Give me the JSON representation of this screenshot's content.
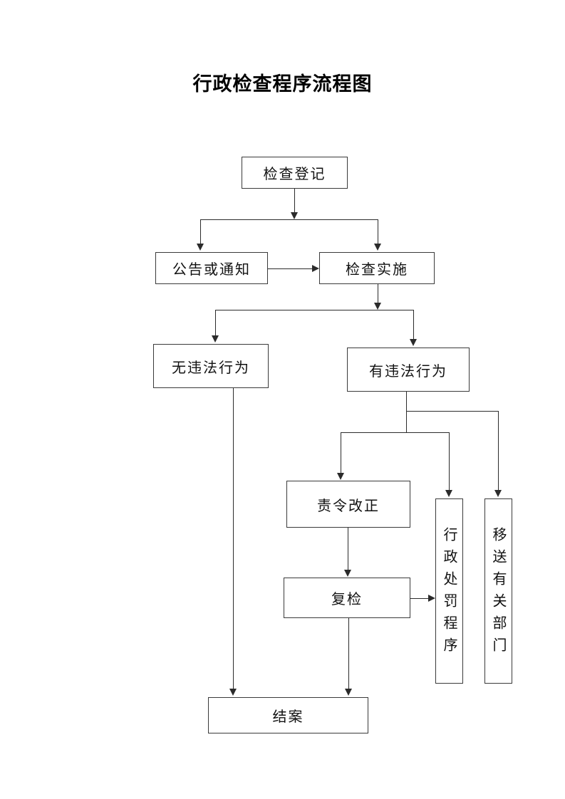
{
  "document": {
    "title": "行政检查程序流程图"
  },
  "flowchart": {
    "type": "flowchart",
    "orientation": "top-down",
    "nodes": [
      {
        "id": "inspection_registration",
        "label": "检查登记",
        "text_direction": "horizontal"
      },
      {
        "id": "announcement_or_notice",
        "label": "公告或通知",
        "text_direction": "horizontal"
      },
      {
        "id": "inspection_implementation",
        "label": "检查实施",
        "text_direction": "horizontal"
      },
      {
        "id": "no_illegal_act",
        "label": "无违法行为",
        "text_direction": "horizontal"
      },
      {
        "id": "has_illegal_act",
        "label": "有违法行为",
        "text_direction": "horizontal"
      },
      {
        "id": "order_to_correct",
        "label": "责令改正",
        "text_direction": "horizontal"
      },
      {
        "id": "re_inspection",
        "label": "复检",
        "text_direction": "horizontal"
      },
      {
        "id": "administrative_penalty_procedure",
        "label": "行政处罚程序",
        "text_direction": "vertical"
      },
      {
        "id": "transfer_to_department",
        "label": "移送有关部门",
        "text_direction": "vertical"
      },
      {
        "id": "case_closed",
        "label": "结案",
        "text_direction": "horizontal"
      }
    ],
    "edges": [
      {
        "from": "inspection_registration",
        "to": "announcement_or_notice"
      },
      {
        "from": "inspection_registration",
        "to": "inspection_implementation"
      },
      {
        "from": "announcement_or_notice",
        "to": "inspection_implementation"
      },
      {
        "from": "inspection_implementation",
        "to": "no_illegal_act"
      },
      {
        "from": "inspection_implementation",
        "to": "has_illegal_act"
      },
      {
        "from": "no_illegal_act",
        "to": "case_closed"
      },
      {
        "from": "has_illegal_act",
        "to": "order_to_correct"
      },
      {
        "from": "has_illegal_act",
        "to": "administrative_penalty_procedure"
      },
      {
        "from": "has_illegal_act",
        "to": "transfer_to_department"
      },
      {
        "from": "order_to_correct",
        "to": "re_inspection"
      },
      {
        "from": "re_inspection",
        "to": "administrative_penalty_procedure"
      },
      {
        "from": "re_inspection",
        "to": "case_closed"
      }
    ]
  },
  "colors": {
    "page_background": "#ffffff",
    "box_border": "#3a3a3a",
    "connector": "#2b2b2b",
    "text": "#111111"
  }
}
